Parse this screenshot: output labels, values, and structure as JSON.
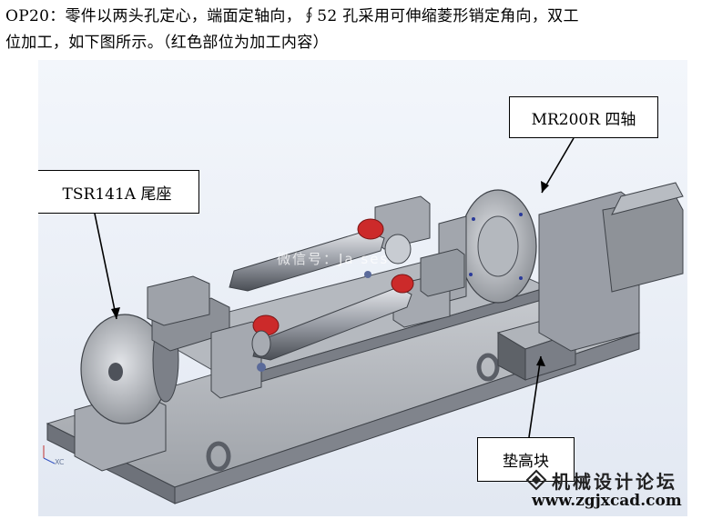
{
  "paragraph": {
    "line1": "OP20：零件以两头孔定心，端面定轴向，∮52 孔采用可伸缩菱形销定角向，双工",
    "line2": "位加工，如下图所示。（红色部位为加工内容）"
  },
  "figure": {
    "callouts": {
      "fourth_axis": "MR200R 四轴",
      "tailstock": "TSR141A 尾座",
      "riser_block": "垫高块"
    },
    "overlay_text": "微信号：Ja ses",
    "axis_label": "XC"
  },
  "watermark": {
    "site_name": "机械设计论坛",
    "url": "www.zgjxcad.com"
  },
  "colors": {
    "machined_parts": "#cc2a2a",
    "steel_gray": "#a9adb4",
    "figure_background": "#e8edf5"
  }
}
